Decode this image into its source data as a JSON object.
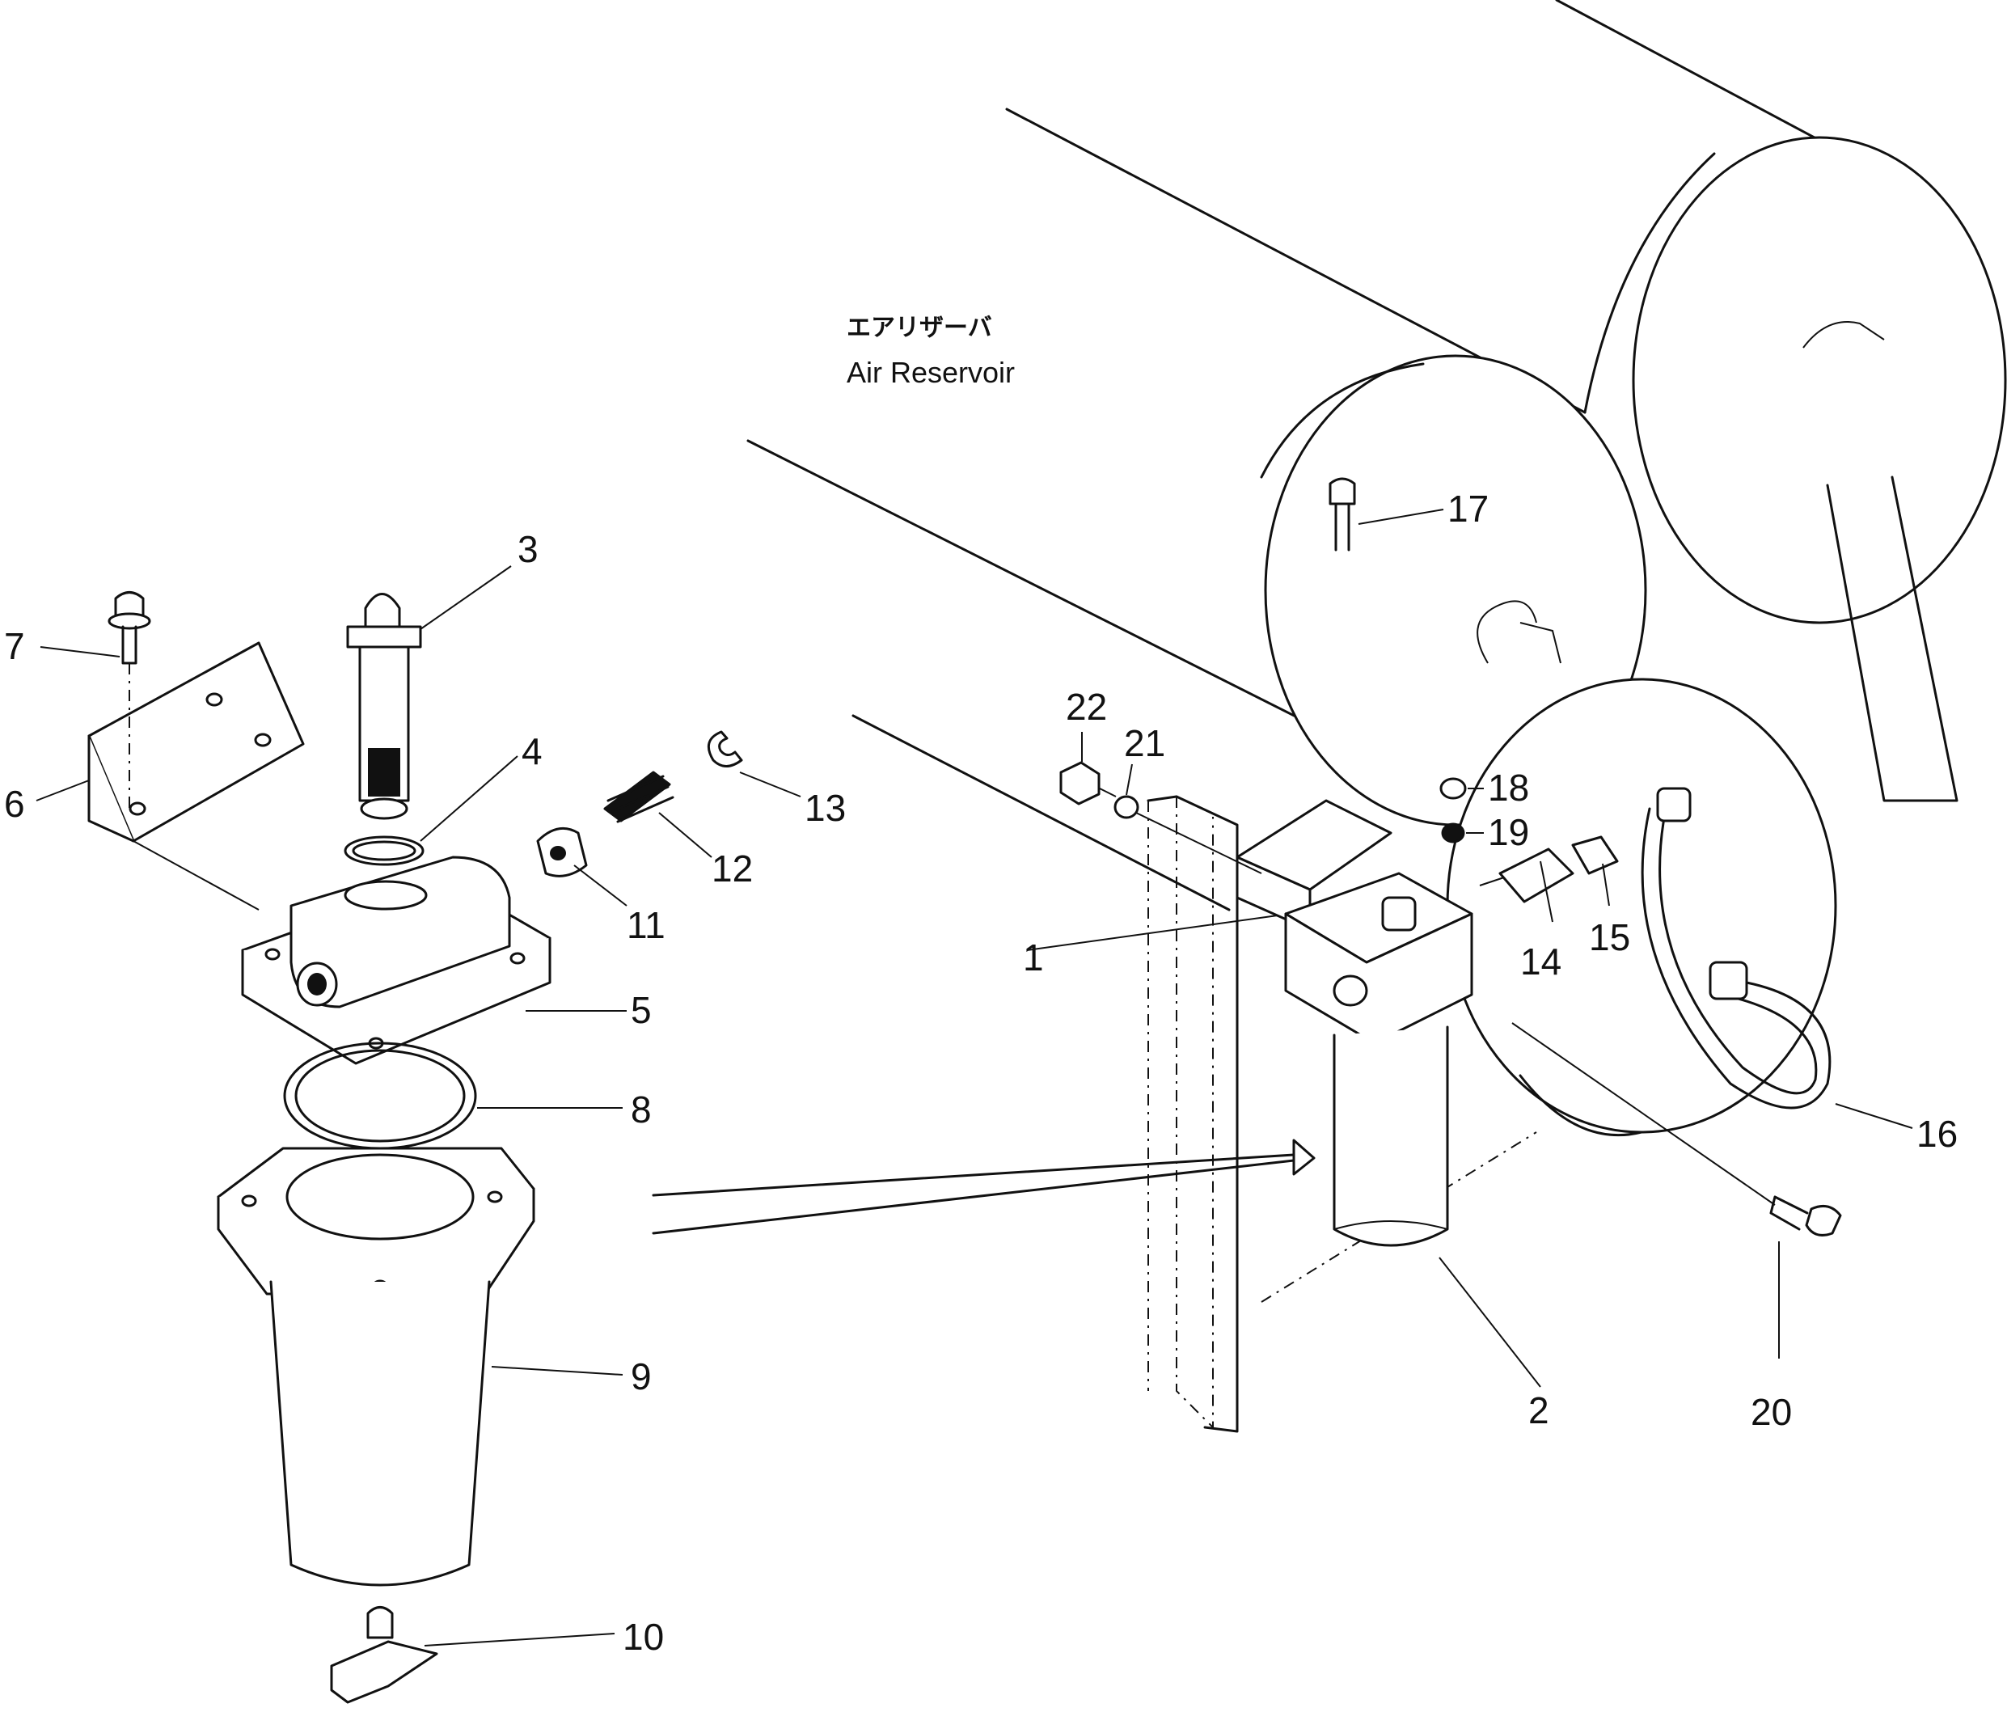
{
  "title": {
    "japanese": "エアリザーバ",
    "english": "Air Reservoir"
  },
  "callouts": [
    "1",
    "2",
    "3",
    "4",
    "5",
    "6",
    "7",
    "8",
    "9",
    "10",
    "11",
    "12",
    "13",
    "14",
    "15",
    "16",
    "17",
    "18",
    "19",
    "20",
    "21",
    "22"
  ]
}
